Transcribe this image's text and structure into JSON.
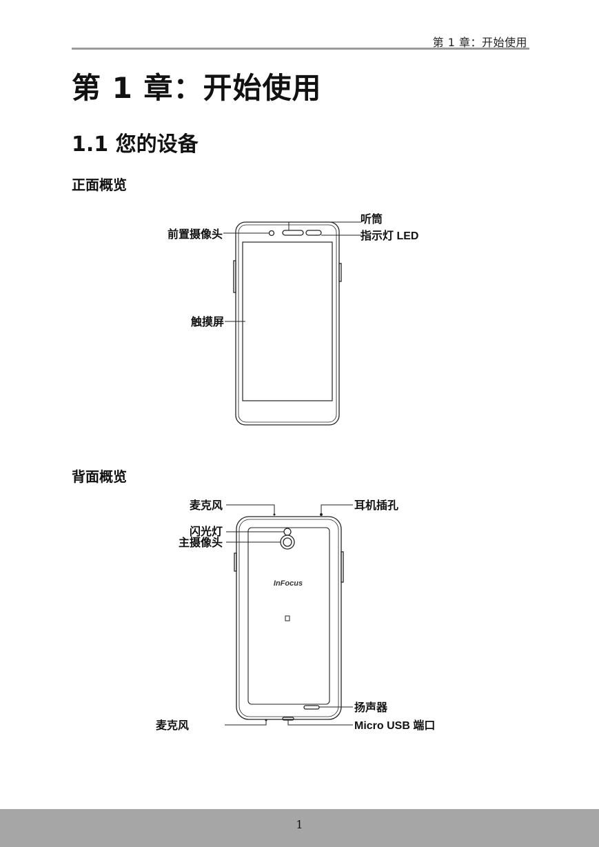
{
  "header": {
    "running_title": "第 1 章：开始使用"
  },
  "chapter": {
    "title": "第 1 章：开始使用"
  },
  "section": {
    "title": "1.1 您的设备"
  },
  "front_view": {
    "title": "正面概览",
    "labels": {
      "earpiece": "听筒",
      "front_camera": "前置摄像头",
      "indicator_led": "指示灯 LED",
      "touchscreen": "触摸屏"
    }
  },
  "back_view": {
    "title": "背面概览",
    "brand_logo": "InFocus",
    "labels": {
      "microphone_top": "麦克风",
      "headphone_jack": "耳机插孔",
      "flash": "闪光灯",
      "main_camera": "主摄像头",
      "speaker": "扬声器",
      "microphone_bottom": "麦克风",
      "micro_usb": "Micro USB 端口"
    }
  },
  "footer": {
    "page_number": "1"
  }
}
